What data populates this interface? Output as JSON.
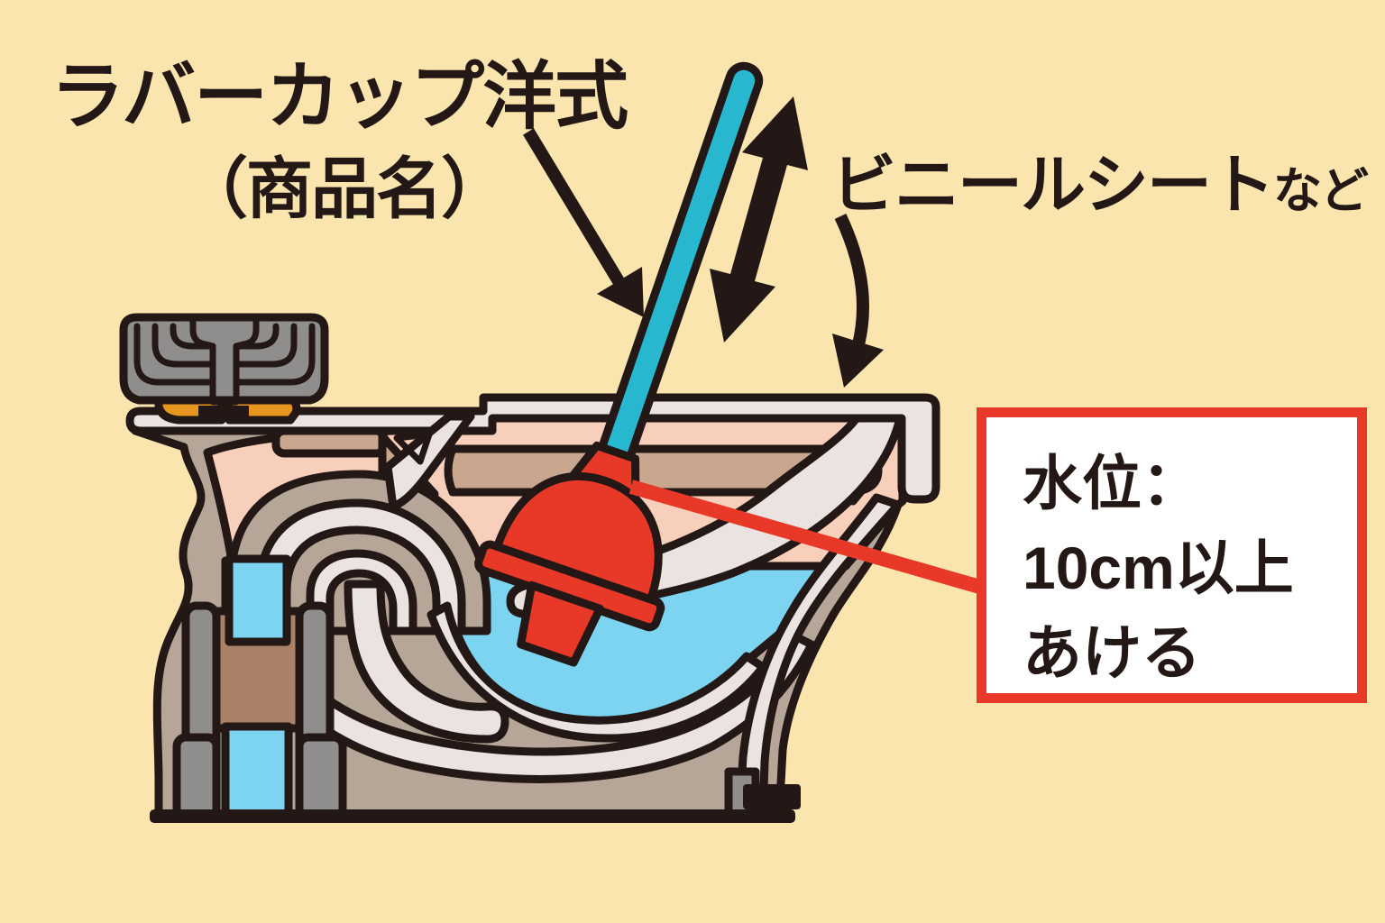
{
  "title": {
    "line1": "ラバーカップ洋式",
    "line2": "（商品名）"
  },
  "vinyl_label": {
    "main": "ビニールシート",
    "suffix": "など"
  },
  "callout": {
    "lines": [
      "水位：",
      "10cm以上",
      "あける"
    ]
  },
  "icons": {
    "plunger_pointer_arrow": "down-right-arrow",
    "sheet_pointer_arrow": "curved-down-arrow",
    "motion_arrow": "up-down-double-arrow"
  },
  "colors": {
    "c-bg": "#FBE5AE",
    "c-ink": "#231815",
    "c-taupe": "#B5A698",
    "c-light": "#EAE3E0",
    "c-pink": "#F8CFBB",
    "c-tan": "#C9A78E",
    "c-blue": "#7CD4F1",
    "c-red": "#E83928",
    "c-teal": "#27B7CF",
    "c-gray": "#8F8E8D",
    "c-orange": "#E6951F",
    "c-brown": "#AA8066",
    "c-white": "#FFFFFF"
  }
}
